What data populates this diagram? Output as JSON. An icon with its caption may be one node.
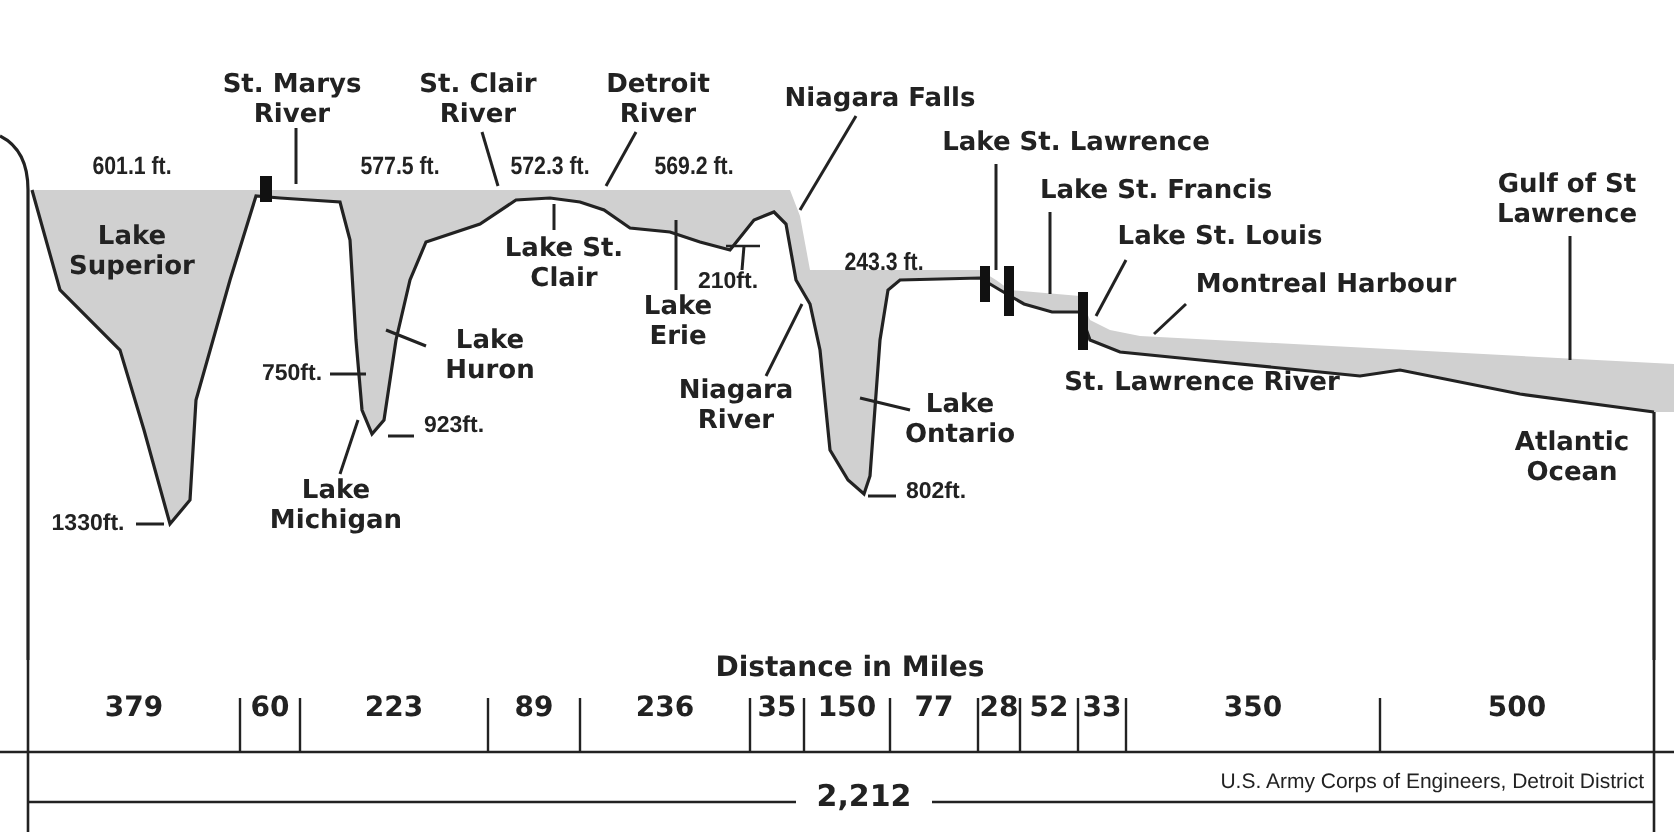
{
  "diagram": {
    "nodes": [
      {
        "text": [
          "St. Marys River"
        ]
      },
      {
        "text": [
          "St. Clair River"
        ]
      },
      {
        "text": [
          "Detroit River"
        ]
      },
      {
        "text": [
          "Niagara Falls"
        ]
      },
      {
        "text": [
          "Lake St. Lawrence"
        ]
      },
      {
        "text": [
          "Lake St. Francis"
        ]
      },
      {
        "text": [
          "Lake St. Louis"
        ]
      },
      {
        "text": [
          "Montreal Harbour"
        ]
      },
      {
        "text": [
          "Gulf of St Lawrence"
        ]
      },
      {
        "text": [
          "Lake St. Clair"
        ]
      },
      {
        "text": [
          "210ft."
        ]
      },
      {
        "text": [
          "Lake Huron"
        ]
      },
      {
        "text": [
          "750ft."
        ]
      },
      {
        "text": [
          "Lake Erie"
        ]
      },
      {
        "text": [
          "Niagara River"
        ]
      },
      {
        "text": [
          "923ft."
        ]
      },
      {
        "text": [
          "Lake Ontario"
        ]
      },
      {
        "text": [
          "Lake Michigan"
        ]
      },
      {
        "text": [
          "802ft."
        ]
      },
      {
        "text": [
          "1330ft."
        ]
      }
    ],
    "edges": [
      {
        "from": 0,
        "to": null,
        "arrow": "none"
      },
      {
        "from": 1,
        "to": null,
        "arrow": "none"
      },
      {
        "from": 2,
        "to": null,
        "arrow": "none"
      },
      {
        "from": 3,
        "to": null,
        "arrow": "none"
      },
      {
        "from": 4,
        "to": null,
        "arrow": "none"
      },
      {
        "from": 5,
        "to": null,
        "arrow": "none"
      },
      {
        "from": 6,
        "to": null,
        "arrow": "none"
      },
      {
        "from": 7,
        "to": null,
        "arrow": "none"
      },
      {
        "from": 8,
        "to": null,
        "arrow": "none"
      },
      {
        "from": 9,
        "to": null,
        "arrow": "none"
      },
      {
        "from": 10,
        "to": null,
        "arrow": "none"
      },
      {
        "from": 11,
        "to": null,
        "arrow": "none"
      },
      {
        "from": 12,
        "to": null,
        "arrow": "none"
      },
      {
        "from": 13,
        "to": null,
        "arrow": "none"
      },
      {
        "from": 14,
        "to": null,
        "arrow": "none"
      },
      {
        "from": 15,
        "to": null,
        "arrow": "none"
      },
      {
        "from": 16,
        "to": null,
        "arrow": "none"
      },
      {
        "from": 17,
        "to": null,
        "arrow": "none"
      },
      {
        "from": 18,
        "to": null,
        "arrow": "none"
      },
      {
        "from": 19,
        "to": null,
        "arrow": "none"
      }
    ],
    "labels": [
      "601.1 ft.",
      "577.5 ft.",
      "572.3 ft.",
      "569.2 ft.",
      "Lake Superior",
      "243.3 ft.",
      "St. Lawrence River",
      "Atlantic Ocean",
      "Distance in Miles",
      "379",
      "60",
      "223",
      "89",
      "236",
      "35",
      "150",
      "77",
      "28",
      "52",
      "33",
      "350",
      "500",
      "U.S. Army Corps of Engineers, Detroit District",
      "2,212"
    ]
  }
}
